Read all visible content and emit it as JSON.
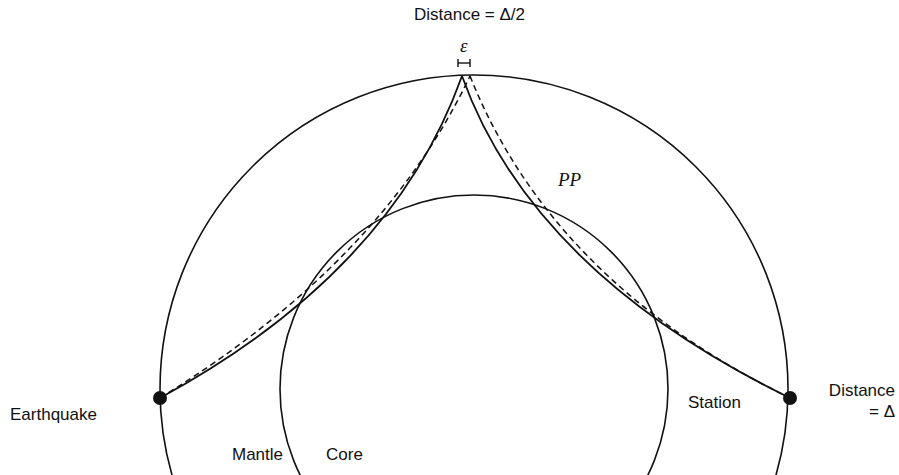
{
  "diagram": {
    "labels": [
      "Distance = Δ/2",
      "ε",
      "PP",
      "Earthquake",
      "Station",
      "Distance = Δ",
      "Mantle",
      "Core"
    ]
  }
}
